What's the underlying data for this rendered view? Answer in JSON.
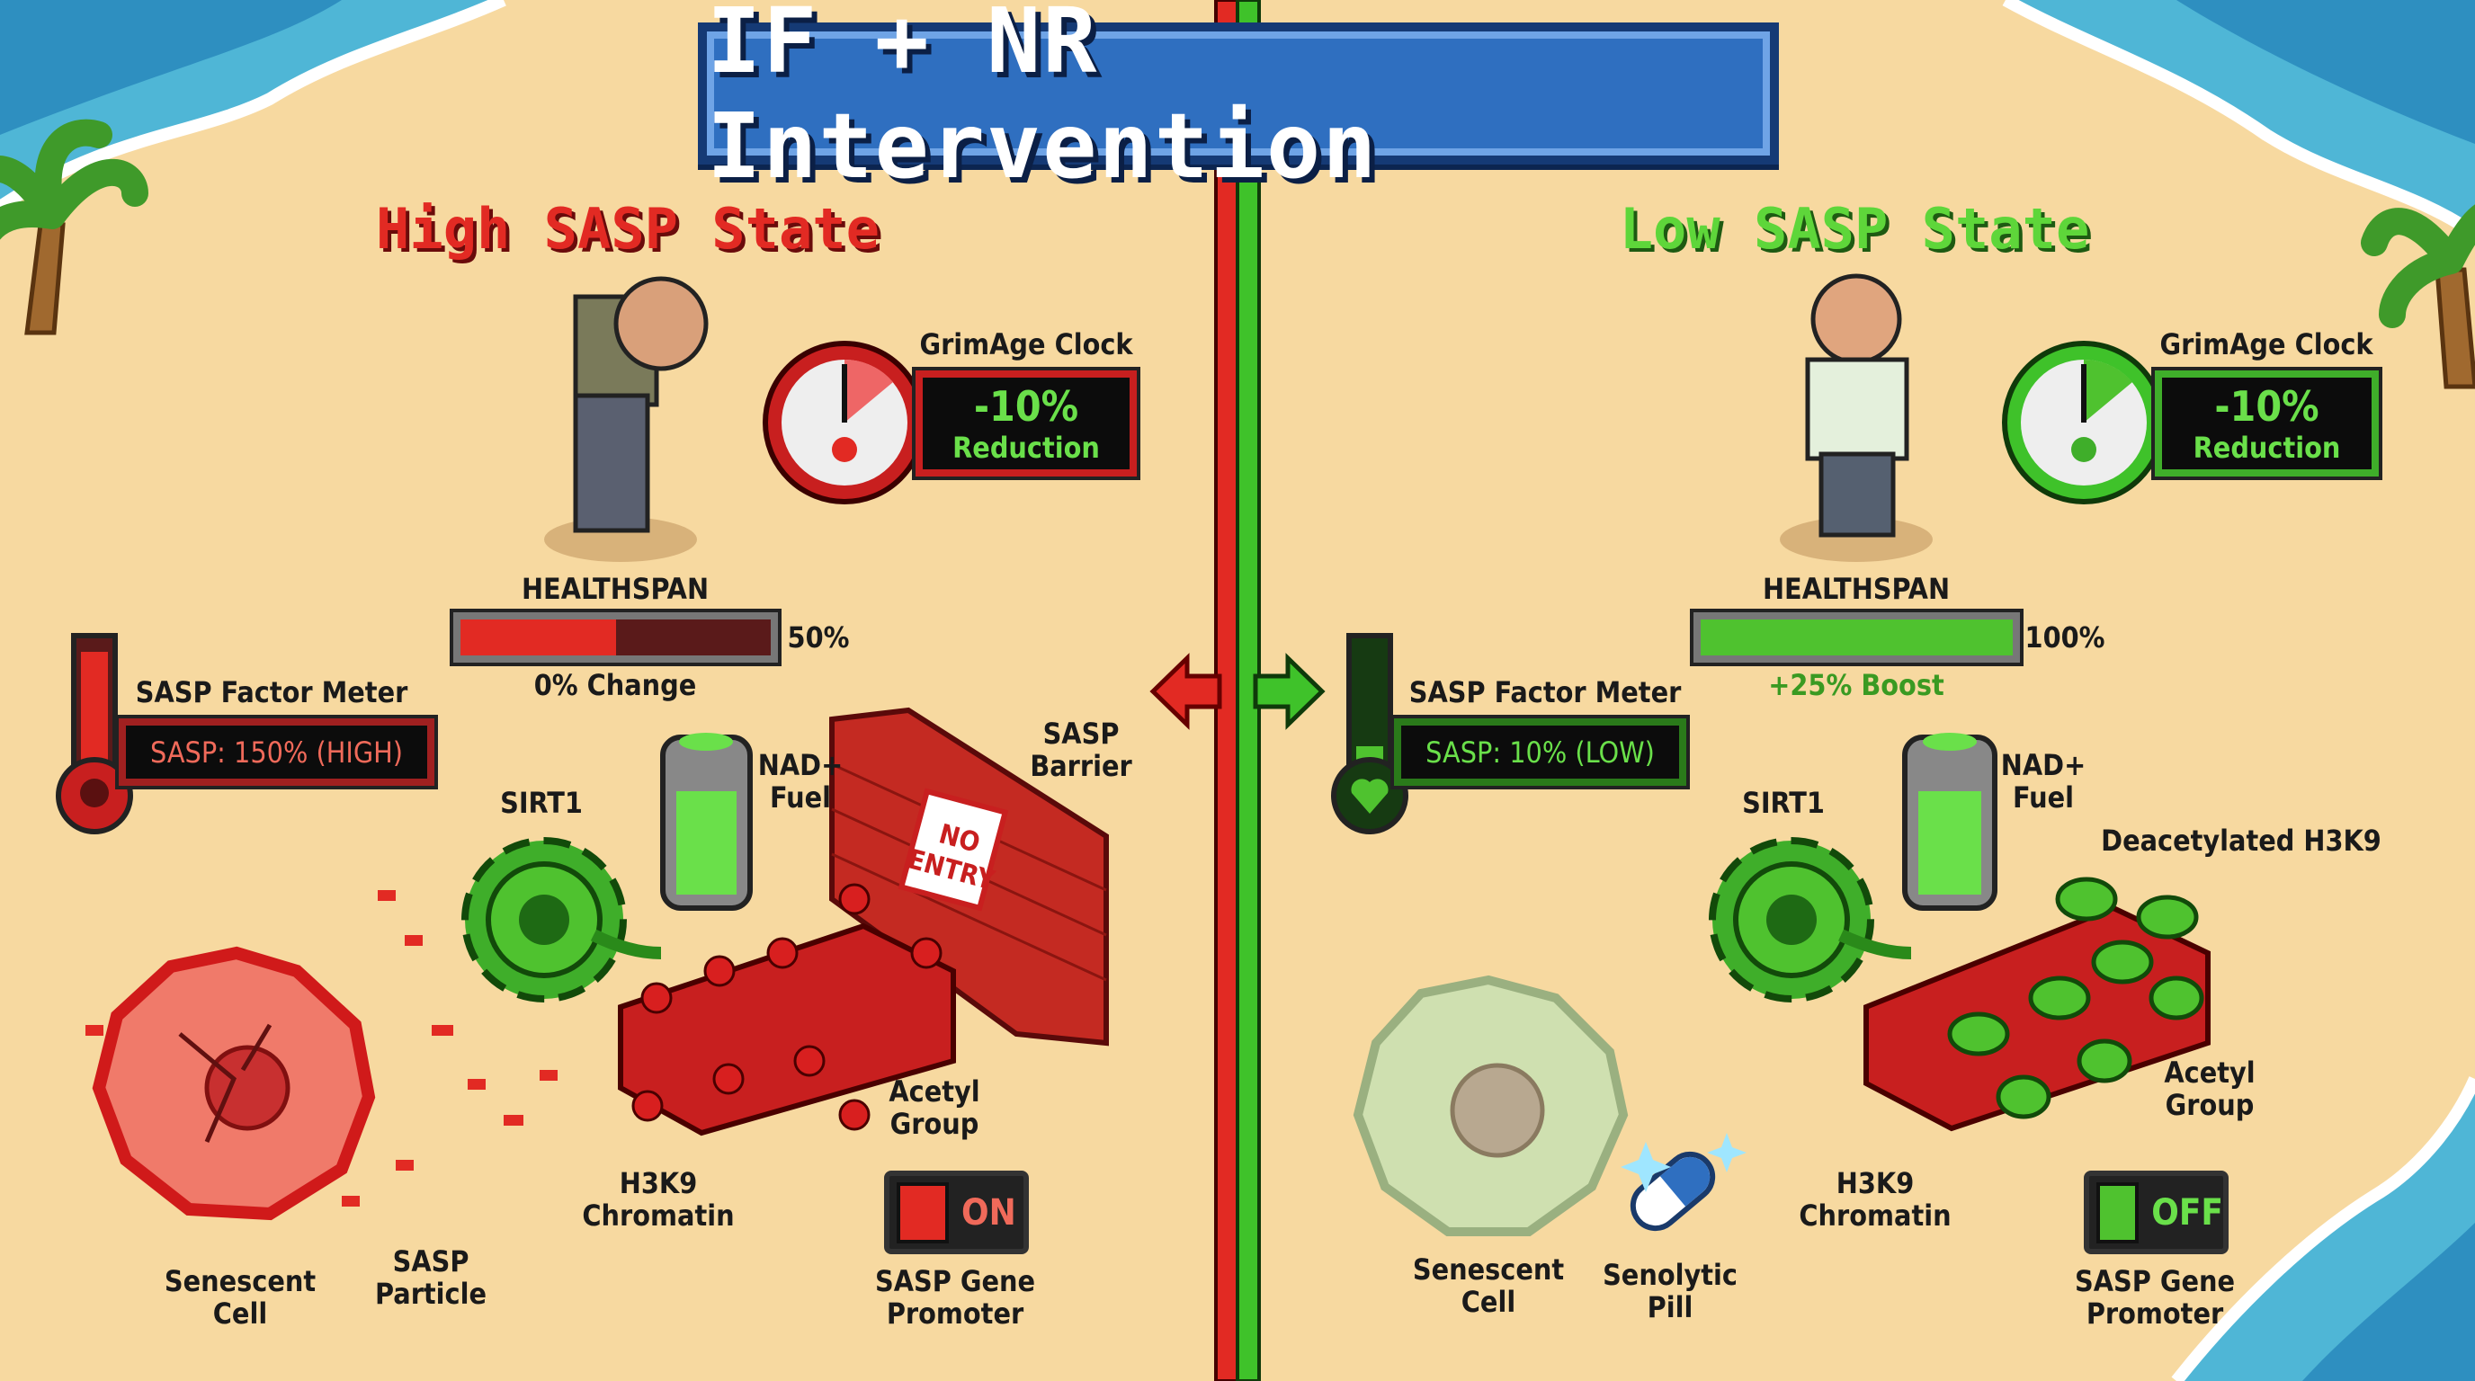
{
  "title": "IF + NR Intervention",
  "colors": {
    "high": "#e22a23",
    "low": "#5ed63a",
    "sand": "#f7d9a0",
    "water": "#4fb6d6",
    "title_bg": "#2f6fc0"
  },
  "left": {
    "state_title": "High SASP State",
    "grimage": {
      "label": "GrimAge Clock",
      "value": "-10%",
      "caption": "Reduction",
      "icon": "skull-icon"
    },
    "healthspan": {
      "label": "HEALTHSPAN",
      "percent": 50,
      "value_text": "50%",
      "change": "0% Change"
    },
    "sasp_meter": {
      "label": "SASP Factor Meter",
      "reading": "SASP: 150% (HIGH)",
      "fill_fraction": 0.9,
      "icon": "skull-icon"
    },
    "labels": {
      "sirt1": "SIRT1",
      "nad": "NAD+\nFuel",
      "barrier": "SASP\nBarrier",
      "no_entry": "NO\nENTRY",
      "chromatin": "H3K9\nChromatin",
      "acetyl": "Acetyl\nGroup",
      "cell": "Senescent\nCell",
      "particle": "SASP\nParticle",
      "promoter": "SASP Gene\nPromoter"
    },
    "switch": {
      "label": "ON",
      "state": "on"
    }
  },
  "right": {
    "state_title": "Low SASP State",
    "grimage": {
      "label": "GrimAge Clock",
      "value": "-10%",
      "caption": "Reduction",
      "icon": "skull-icon"
    },
    "healthspan": {
      "label": "HEALTHSPAN",
      "percent": 100,
      "value_text": "100%",
      "change": "+25% Boost"
    },
    "sasp_meter": {
      "label": "SASP Factor Meter",
      "reading": "SASP: 10% (LOW)",
      "fill_fraction": 0.1,
      "icon": "heart-icon"
    },
    "labels": {
      "sirt1": "SIRT1",
      "nad": "NAD+\nFuel",
      "deacetylated": "Deacetylated H3K9",
      "chromatin": "H3K9\nChromatin",
      "acetyl": "Acetyl\nGroup",
      "cell": "Senescent\nCell",
      "pill": "Senolytic\nPill",
      "promoter": "SASP Gene\nPromoter"
    },
    "switch": {
      "label": "OFF",
      "state": "off"
    }
  }
}
